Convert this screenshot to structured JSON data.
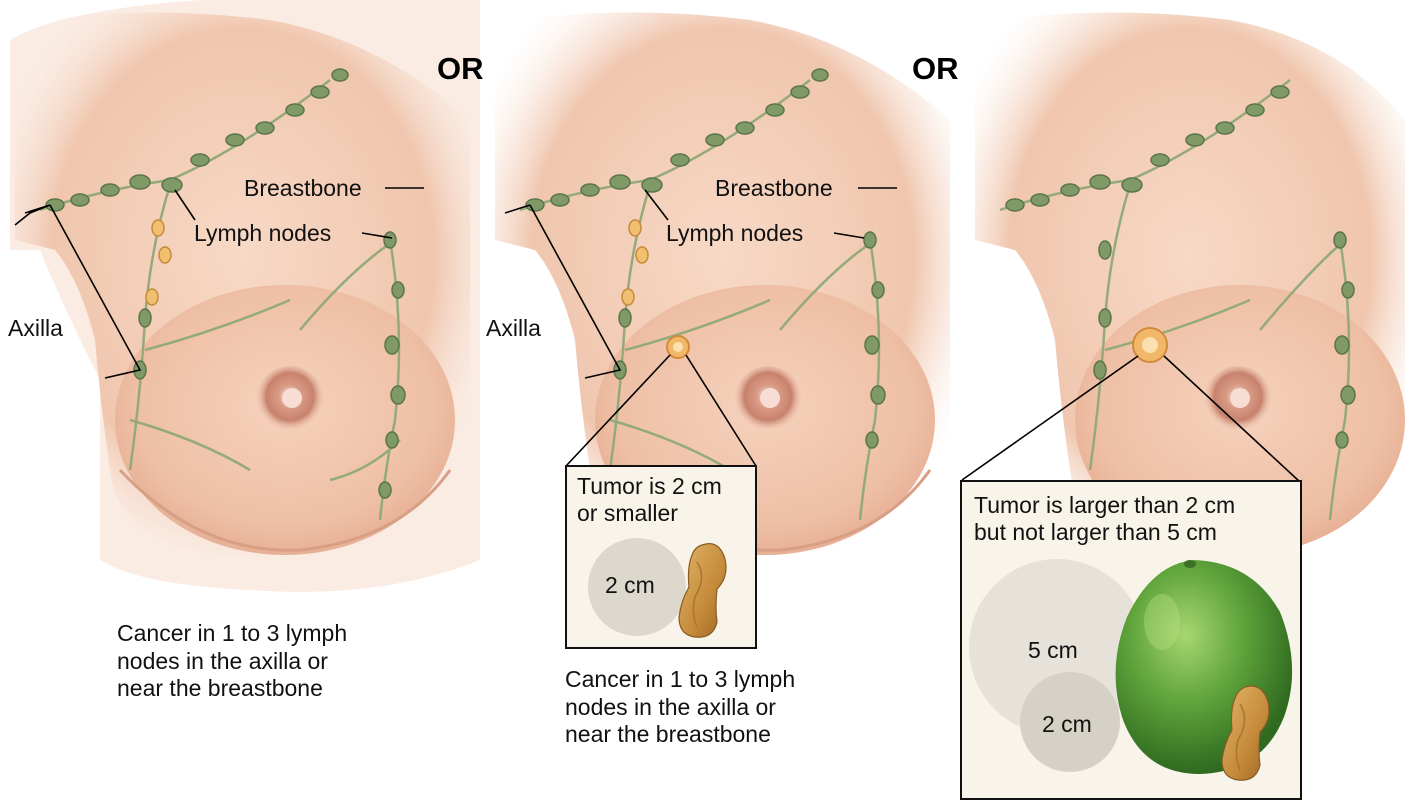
{
  "separators": {
    "or_1": "OR",
    "or_2": "OR"
  },
  "panel_1": {
    "labels": {
      "breastbone": "Breastbone",
      "lymph_nodes": "Lymph nodes",
      "axilla": "Axilla"
    },
    "caption": "Cancer in 1 to 3 lymph\nnodes in the axilla or\nnear the breastbone"
  },
  "panel_2": {
    "labels": {
      "breastbone": "Breastbone",
      "lymph_nodes": "Lymph nodes",
      "axilla": "Axilla"
    },
    "inset": {
      "title": "Tumor is 2 cm\nor smaller",
      "circle_label": "2 cm"
    },
    "caption": "Cancer in 1 to 3 lymph\nnodes in the axilla or\nnear the breastbone"
  },
  "panel_3": {
    "inset": {
      "title": "Tumor is larger than 2 cm\nbut not larger than 5 cm",
      "large_circle_label": "5 cm",
      "small_circle_label": "2 cm"
    }
  },
  "colors": {
    "skin": "#f3cfb9",
    "skin_shadow": "#e2ab90",
    "lymph_node": "#7f9a67",
    "cancer_node": "#f0c070",
    "lime": "#5da23a",
    "peanut": "#c8913e",
    "inset_bg": "#f8f4ea",
    "circle": "#dcd8cd"
  },
  "icons": {
    "lime": "lime-fruit-icon",
    "peanut": "peanut-icon"
  }
}
